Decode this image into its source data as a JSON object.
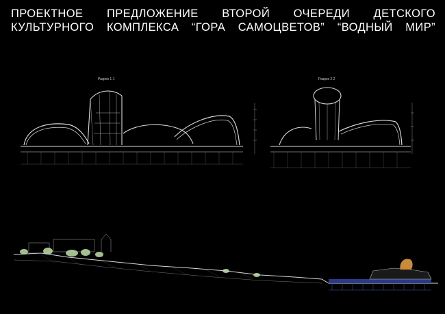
{
  "title": {
    "line1": "ПРОЕКТНОЕ ПРЕДЛОЖЕНИЕ ВТОРОЙ ОЧЕРЕДИ ДЕТСКОГО",
    "line2": "КУЛЬТУРНОГО КОМПЛЕКСА “ГОРА САМОЦВЕТОВ” “ВОДНЫЙ МИР”"
  },
  "sections": [
    {
      "label": "Разрез 1-1"
    },
    {
      "label": "Разрез 2-2"
    }
  ],
  "colors": {
    "background": "#000000",
    "line": "#d9d9d9",
    "water": "#2a3a8a",
    "greenery": "#bfe0a8",
    "accent": "#c98a3a"
  }
}
